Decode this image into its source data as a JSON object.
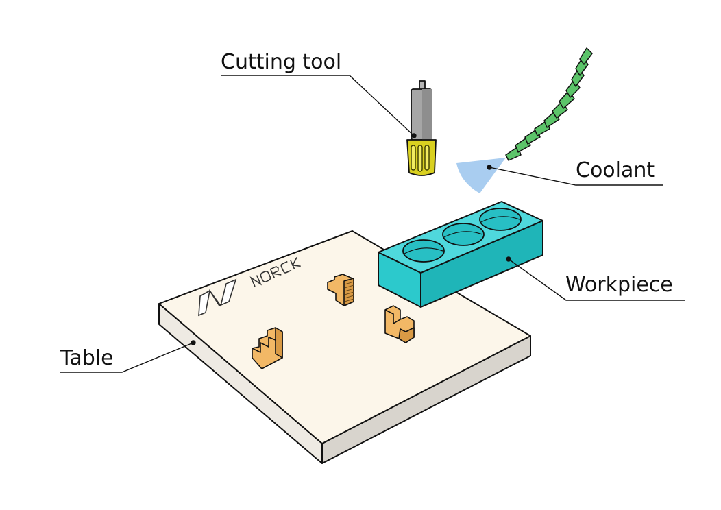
{
  "labels": {
    "cutting_tool": "Cutting tool",
    "coolant": "Coolant",
    "workpiece": "Workpiece",
    "table": "Table"
  },
  "logo": {
    "text": "NORCK",
    "mark": "N"
  },
  "colors": {
    "table_top": "#fcf6ea",
    "table_side_front": "#eeeae3",
    "table_side_right": "#d8d4cd",
    "workpiece_top": "#4fd8dc",
    "workpiece_front": "#2cc9cc",
    "workpiece_side": "#1fb5b8",
    "clamp": "#f2b866",
    "clamp_dark": "#d99a45",
    "tool_shank": "#a6a6a6",
    "tool_collar": "#d9d020",
    "coolant_spray": "#a9cdf0",
    "coolant_hose": "#5cc46a",
    "outline": "#111111"
  }
}
